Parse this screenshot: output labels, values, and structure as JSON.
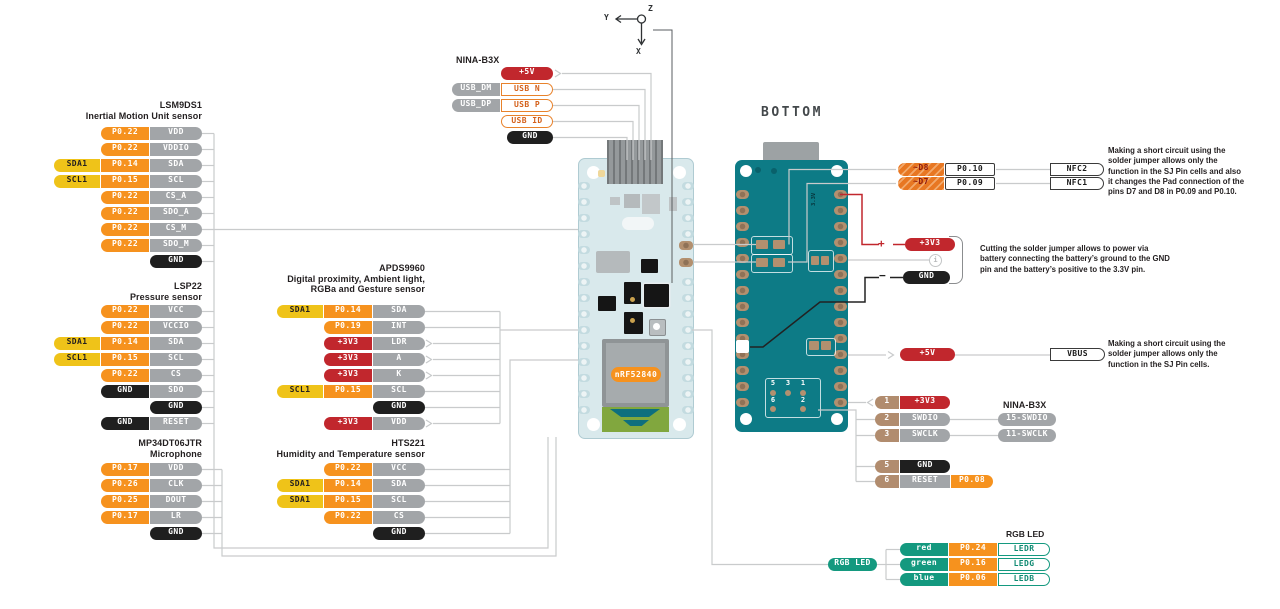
{
  "colors": {
    "orange": "#F6921E",
    "gray": "#A2A5A8",
    "yellow": "#EFC319",
    "red": "#C1272D",
    "black": "#1F1F1F",
    "teal": "#14997F",
    "board_blue": "#D9E9EC",
    "board_teal": "#0D7B86",
    "bronze": "#B3906F",
    "wire": "#C9CBCC"
  },
  "axis": {
    "y": "Y",
    "z": "Z",
    "x": "X"
  },
  "boards": {
    "bottom_title": "BOTTOM",
    "pad_3v3": "3.3V",
    "mcu": "nRF52840",
    "swd_header": {
      "row1": [
        "5",
        "3",
        "1"
      ],
      "row2": [
        "6",
        "2"
      ]
    }
  },
  "groups": {
    "nina_usb": {
      "title": "NINA-B3X",
      "rows": [
        [
          {
            "t": "+5V",
            "c": "red"
          }
        ],
        [
          {
            "t": "USB_DM",
            "c": "gray"
          },
          {
            "t": "USB N",
            "c": "usb"
          }
        ],
        [
          {
            "t": "USB_DP",
            "c": "gray"
          },
          {
            "t": "USB P",
            "c": "usb"
          }
        ],
        [
          {
            "t": "USB ID",
            "c": "usb"
          }
        ],
        [
          {
            "t": "GND",
            "c": "black",
            "w": 46
          }
        ]
      ]
    },
    "lsm9ds1": {
      "title_lines": [
        "LSM9DS1",
        "Inertial Motion Unit sensor"
      ],
      "rows": [
        [
          {
            "t": "P0.22",
            "c": "orange"
          },
          {
            "t": "VDD",
            "c": "gray"
          }
        ],
        [
          {
            "t": "P0.22",
            "c": "orange"
          },
          {
            "t": "VDDIO",
            "c": "gray"
          }
        ],
        [
          {
            "t": "SDA1",
            "c": "yellow"
          },
          {
            "t": "P0.14",
            "c": "orange"
          },
          {
            "t": "SDA",
            "c": "gray"
          }
        ],
        [
          {
            "t": "SCL1",
            "c": "yellow"
          },
          {
            "t": "P0.15",
            "c": "orange"
          },
          {
            "t": "SCL",
            "c": "gray"
          }
        ],
        [
          {
            "t": "P0.22",
            "c": "orange"
          },
          {
            "t": "CS_A",
            "c": "gray"
          }
        ],
        [
          {
            "t": "P0.22",
            "c": "orange"
          },
          {
            "t": "SDO_A",
            "c": "gray"
          }
        ],
        [
          {
            "t": "P0.22",
            "c": "orange"
          },
          {
            "t": "CS_M",
            "c": "gray"
          }
        ],
        [
          {
            "t": "P0.22",
            "c": "orange"
          },
          {
            "t": "SDO_M",
            "c": "gray"
          }
        ],
        [
          {
            "t": "GND",
            "c": "black"
          }
        ]
      ]
    },
    "lps22": {
      "title_lines": [
        "LSP22",
        "Pressure sensor"
      ],
      "rows": [
        [
          {
            "t": "P0.22",
            "c": "orange"
          },
          {
            "t": "VCC",
            "c": "gray"
          }
        ],
        [
          {
            "t": "P0.22",
            "c": "orange"
          },
          {
            "t": "VCCIO",
            "c": "gray"
          }
        ],
        [
          {
            "t": "SDA1",
            "c": "yellow"
          },
          {
            "t": "P0.14",
            "c": "orange"
          },
          {
            "t": "SDA",
            "c": "gray"
          }
        ],
        [
          {
            "t": "SCL1",
            "c": "yellow"
          },
          {
            "t": "P0.15",
            "c": "orange"
          },
          {
            "t": "SCL",
            "c": "gray"
          }
        ],
        [
          {
            "t": "P0.22",
            "c": "orange"
          },
          {
            "t": "CS",
            "c": "gray"
          }
        ],
        [
          {
            "t": "GND",
            "c": "black"
          },
          {
            "t": "SDO",
            "c": "gray"
          }
        ],
        [
          {
            "t": "GND",
            "c": "black"
          }
        ],
        [
          {
            "t": "GND",
            "c": "black"
          },
          {
            "t": "RESET",
            "c": "gray"
          }
        ]
      ]
    },
    "mp34dt06jtr": {
      "title_lines": [
        "MP34DT06JTR",
        "Microphone"
      ],
      "rows": [
        [
          {
            "t": "P0.17",
            "c": "orange"
          },
          {
            "t": "VDD",
            "c": "gray"
          }
        ],
        [
          {
            "t": "P0.26",
            "c": "orange"
          },
          {
            "t": "CLK",
            "c": "gray"
          }
        ],
        [
          {
            "t": "P0.25",
            "c": "orange"
          },
          {
            "t": "DOUT",
            "c": "gray"
          }
        ],
        [
          {
            "t": "P0.17",
            "c": "orange"
          },
          {
            "t": "LR",
            "c": "gray"
          }
        ],
        [
          {
            "t": "GND",
            "c": "black"
          }
        ]
      ]
    },
    "apds9960": {
      "title_lines": [
        "APDS9960",
        "Digital proximity, Ambient light,",
        "RGBa and Gesture sensor"
      ],
      "rows": [
        [
          {
            "t": "SDA1",
            "c": "yellow"
          },
          {
            "t": "P0.14",
            "c": "orange"
          },
          {
            "t": "SDA",
            "c": "gray"
          }
        ],
        [
          {
            "t": "P0.19",
            "c": "orange"
          },
          {
            "t": "INT",
            "c": "gray"
          }
        ],
        [
          {
            "t": "+3V3",
            "c": "red"
          },
          {
            "t": "LDR",
            "c": "gray"
          }
        ],
        [
          {
            "t": "+3V3",
            "c": "red"
          },
          {
            "t": "A",
            "c": "gray"
          }
        ],
        [
          {
            "t": "+3V3",
            "c": "red"
          },
          {
            "t": "K",
            "c": "gray"
          }
        ],
        [
          {
            "t": "SCL1",
            "c": "yellow"
          },
          {
            "t": "P0.15",
            "c": "orange"
          },
          {
            "t": "SCL",
            "c": "gray"
          }
        ],
        [
          {
            "t": "GND",
            "c": "black"
          }
        ],
        [
          {
            "t": "+3V3",
            "c": "red"
          },
          {
            "t": "VDD",
            "c": "gray"
          }
        ]
      ]
    },
    "hts221": {
      "title_lines": [
        "HTS221",
        "Humidity and Temperature sensor"
      ],
      "rows": [
        [
          {
            "t": "P0.22",
            "c": "orange"
          },
          {
            "t": "VCC",
            "c": "gray"
          }
        ],
        [
          {
            "t": "SDA1",
            "c": "yellow"
          },
          {
            "t": "P0.14",
            "c": "orange"
          },
          {
            "t": "SDA",
            "c": "gray"
          }
        ],
        [
          {
            "t": "SDA1",
            "c": "yellow"
          },
          {
            "t": "P0.15",
            "c": "orange"
          },
          {
            "t": "SCL",
            "c": "gray"
          }
        ],
        [
          {
            "t": "P0.22",
            "c": "orange"
          },
          {
            "t": "CS",
            "c": "gray"
          }
        ],
        [
          {
            "t": "GND",
            "c": "black"
          }
        ]
      ]
    }
  },
  "nfc": {
    "rows": [
      [
        {
          "t": "~D8",
          "c": "striped"
        },
        {
          "t": "P0.10",
          "c": "wbox"
        }
      ],
      [
        {
          "t": "~D7",
          "c": "striped"
        },
        {
          "t": "P0.09",
          "c": "wbox"
        }
      ]
    ],
    "targets": [
      "NFC2",
      "NFC1"
    ]
  },
  "swd": {
    "rows": [
      [
        {
          "t": "1",
          "c": "tan"
        },
        {
          "t": "+3V3",
          "c": "red"
        }
      ],
      [
        {
          "t": "2",
          "c": "tan"
        },
        {
          "t": "SWDIO",
          "c": "gray"
        }
      ],
      [
        {
          "t": "3",
          "c": "tan"
        },
        {
          "t": "SWCLK",
          "c": "gray"
        }
      ],
      [
        {
          "t": "5",
          "c": "tan"
        },
        {
          "t": "GND",
          "c": "black"
        }
      ],
      [
        {
          "t": "6",
          "c": "tan"
        },
        {
          "t": "RESET",
          "c": "gray",
          "ol": true
        },
        {
          "t": "P0.08",
          "c": "orange"
        }
      ]
    ],
    "nina_label": "NINA-B3X",
    "nina_pills": [
      "15-SWDIO",
      "11-SWCLK"
    ]
  },
  "rgb": {
    "source_pill": "RGB LED",
    "heading": "RGB LED",
    "rows": [
      [
        {
          "t": "red",
          "c": "teal"
        },
        {
          "t": "P0.24",
          "c": "orange"
        },
        {
          "t": "LEDR",
          "c": "wteal"
        }
      ],
      [
        {
          "t": "green",
          "c": "teal"
        },
        {
          "t": "P0.16",
          "c": "orange"
        },
        {
          "t": "LEDG",
          "c": "wteal"
        }
      ],
      [
        {
          "t": "blue",
          "c": "teal"
        },
        {
          "t": "P0.06",
          "c": "orange"
        },
        {
          "t": "LEDB",
          "c": "wteal"
        }
      ]
    ]
  },
  "power": {
    "battery_plus": "+",
    "battery_minus": "−",
    "v3_pill": "+3V3",
    "gnd_pill": "GND",
    "info": "i",
    "v5_pill": "+5V",
    "vbus_pill": "VBUS"
  },
  "notes": {
    "nfc": [
      "Making a short circuit using the",
      "solder jumper allows only the",
      "function in the SJ Pin cells and also",
      "it changes the Pad connection of the",
      "pins D7 and D8 in P0.09 and P0.10."
    ],
    "battery": [
      "Cutting the solder jumper allows to power via",
      "battery connecting the battery’s ground to the GND",
      "pin and the battery’s positive to the 3.3V pin."
    ],
    "vbus": [
      "Making a short circuit using the",
      "solder jumper allows only the",
      "function in the SJ Pin cells."
    ]
  }
}
